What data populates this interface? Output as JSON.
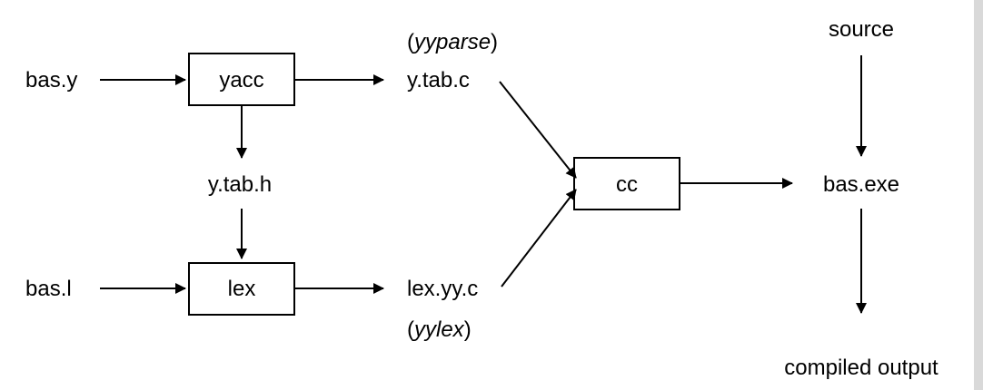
{
  "nodes": {
    "bas_y": "bas.y",
    "yacc": "yacc",
    "y_tab_c": "y.tab.c",
    "yyparse_open": "(",
    "yyparse": "yyparse",
    "yyparse_close": ")",
    "y_tab_h": "y.tab.h",
    "bas_l": "bas.l",
    "lex": "lex",
    "lex_yy_c": "lex.yy.c",
    "yylex_open": "(",
    "yylex": "yylex",
    "yylex_close": ")",
    "cc": "cc",
    "source": "source",
    "bas_exe": "bas.exe",
    "compiled_output": "compiled output"
  },
  "edges": [
    {
      "from": "bas.y",
      "to": "yacc"
    },
    {
      "from": "yacc",
      "to": "y.tab.c"
    },
    {
      "from": "yacc",
      "to": "y.tab.h"
    },
    {
      "from": "y.tab.h",
      "to": "lex"
    },
    {
      "from": "bas.l",
      "to": "lex"
    },
    {
      "from": "lex",
      "to": "lex.yy.c"
    },
    {
      "from": "y.tab.c",
      "to": "cc"
    },
    {
      "from": "lex.yy.c",
      "to": "cc"
    },
    {
      "from": "cc",
      "to": "bas.exe"
    },
    {
      "from": "source",
      "to": "bas.exe"
    },
    {
      "from": "bas.exe",
      "to": "compiled output"
    }
  ]
}
